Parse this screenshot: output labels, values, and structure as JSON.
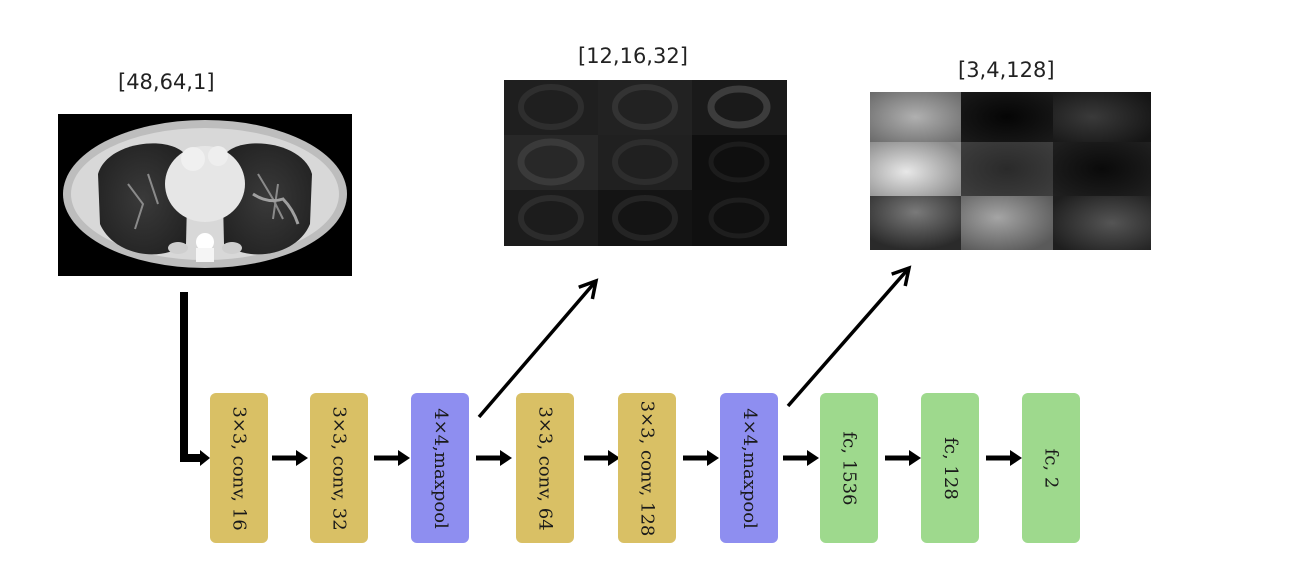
{
  "colors": {
    "conv": "#d9c065",
    "pool": "#8e8ef0",
    "fc": "#9ed98d",
    "arrow": "#000000"
  },
  "labels": {
    "input_shape": "[48,64,1]",
    "feature_map_1_shape": "[12,16,32]",
    "feature_map_2_shape": "[3,4,128]"
  },
  "layers": [
    {
      "label": "3×3, conv, 16",
      "kind": "conv"
    },
    {
      "label": "3×3, conv, 32",
      "kind": "conv"
    },
    {
      "label": "4×4,maxpool",
      "kind": "pool"
    },
    {
      "label": "3×3, conv, 64",
      "kind": "conv"
    },
    {
      "label": "3×3, conv, 128",
      "kind": "conv"
    },
    {
      "label": "4×4,maxpool",
      "kind": "pool"
    },
    {
      "label": "fc, 1536",
      "kind": "fc"
    },
    {
      "label": "fc, 128",
      "kind": "fc"
    },
    {
      "label": "fc, 2",
      "kind": "fc"
    }
  ]
}
